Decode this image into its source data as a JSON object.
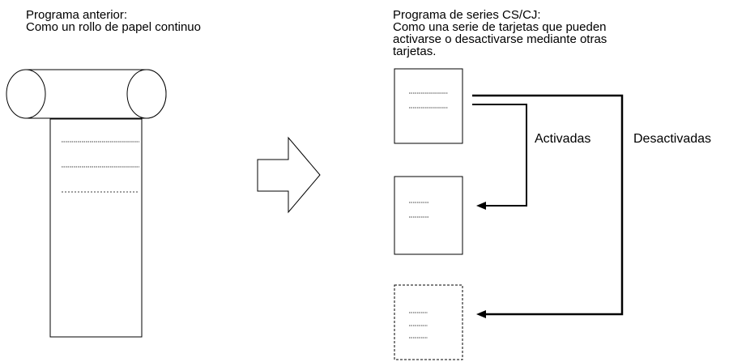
{
  "left_caption": {
    "line1": "Programa anterior:",
    "line2": "Como un rollo de papel continuo"
  },
  "right_caption": {
    "line1": "Programa de series CS/CJ:",
    "line2": "Como una serie de tarjetas que pueden",
    "line3": "activarse o desactivarse mediante otras",
    "line4": "tarjetas."
  },
  "labels": {
    "activated": "Activadas",
    "deactivated": "Desactivadas"
  },
  "icons": {
    "scroll": "paper-roll-icon",
    "arrow": "right-arrow-icon",
    "card": "card-icon"
  }
}
